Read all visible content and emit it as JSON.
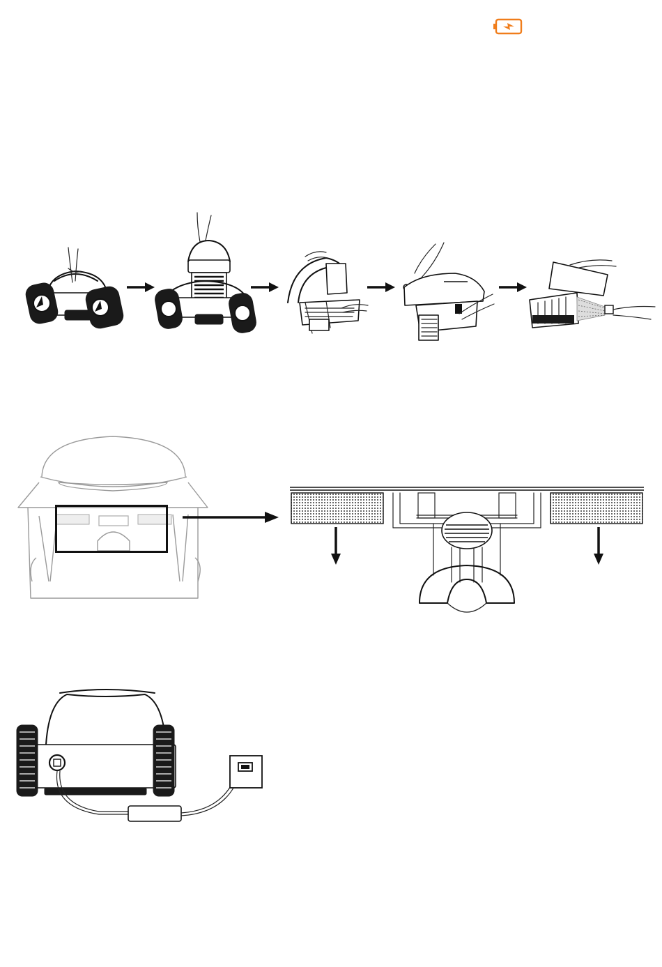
{
  "page": {
    "status_icon": {
      "name": "battery-charging-icon",
      "color": "#F07D1B"
    }
  },
  "colors": {
    "line_art": "#111111",
    "faded": "#9a9a9a",
    "accent": "#F07D1B"
  },
  "sections": {
    "filter_steps": {
      "steps": 5,
      "arrows": 4
    },
    "brush_filters": {
      "zoom_arrow": true,
      "removal_arrows": 2
    },
    "charging": {
      "adapter": true,
      "wall_socket": true
    }
  }
}
